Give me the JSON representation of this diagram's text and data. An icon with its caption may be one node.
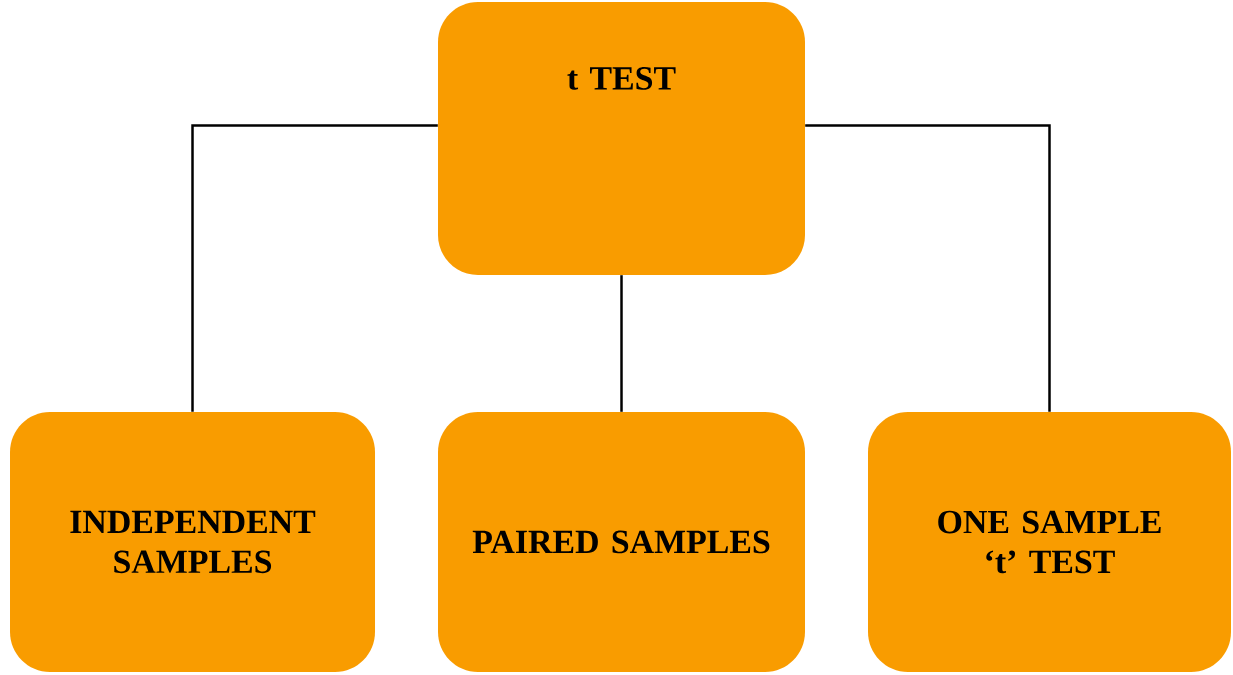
{
  "diagram": {
    "nodes": [
      {
        "text": [
          "t TEST"
        ]
      },
      {
        "text": [
          "INDEPENDENT SAMPLES"
        ]
      },
      {
        "text": [
          "PAIRED SAMPLES"
        ]
      },
      {
        "text": [
          "ONE SAMPLE ‘t’ TEST"
        ]
      }
    ],
    "edges": [
      {
        "from": 0,
        "to": 1,
        "arrow": "none"
      },
      {
        "from": 0,
        "to": 2,
        "arrow": "none"
      },
      {
        "from": 0,
        "to": 3,
        "arrow": "none"
      }
    ]
  }
}
